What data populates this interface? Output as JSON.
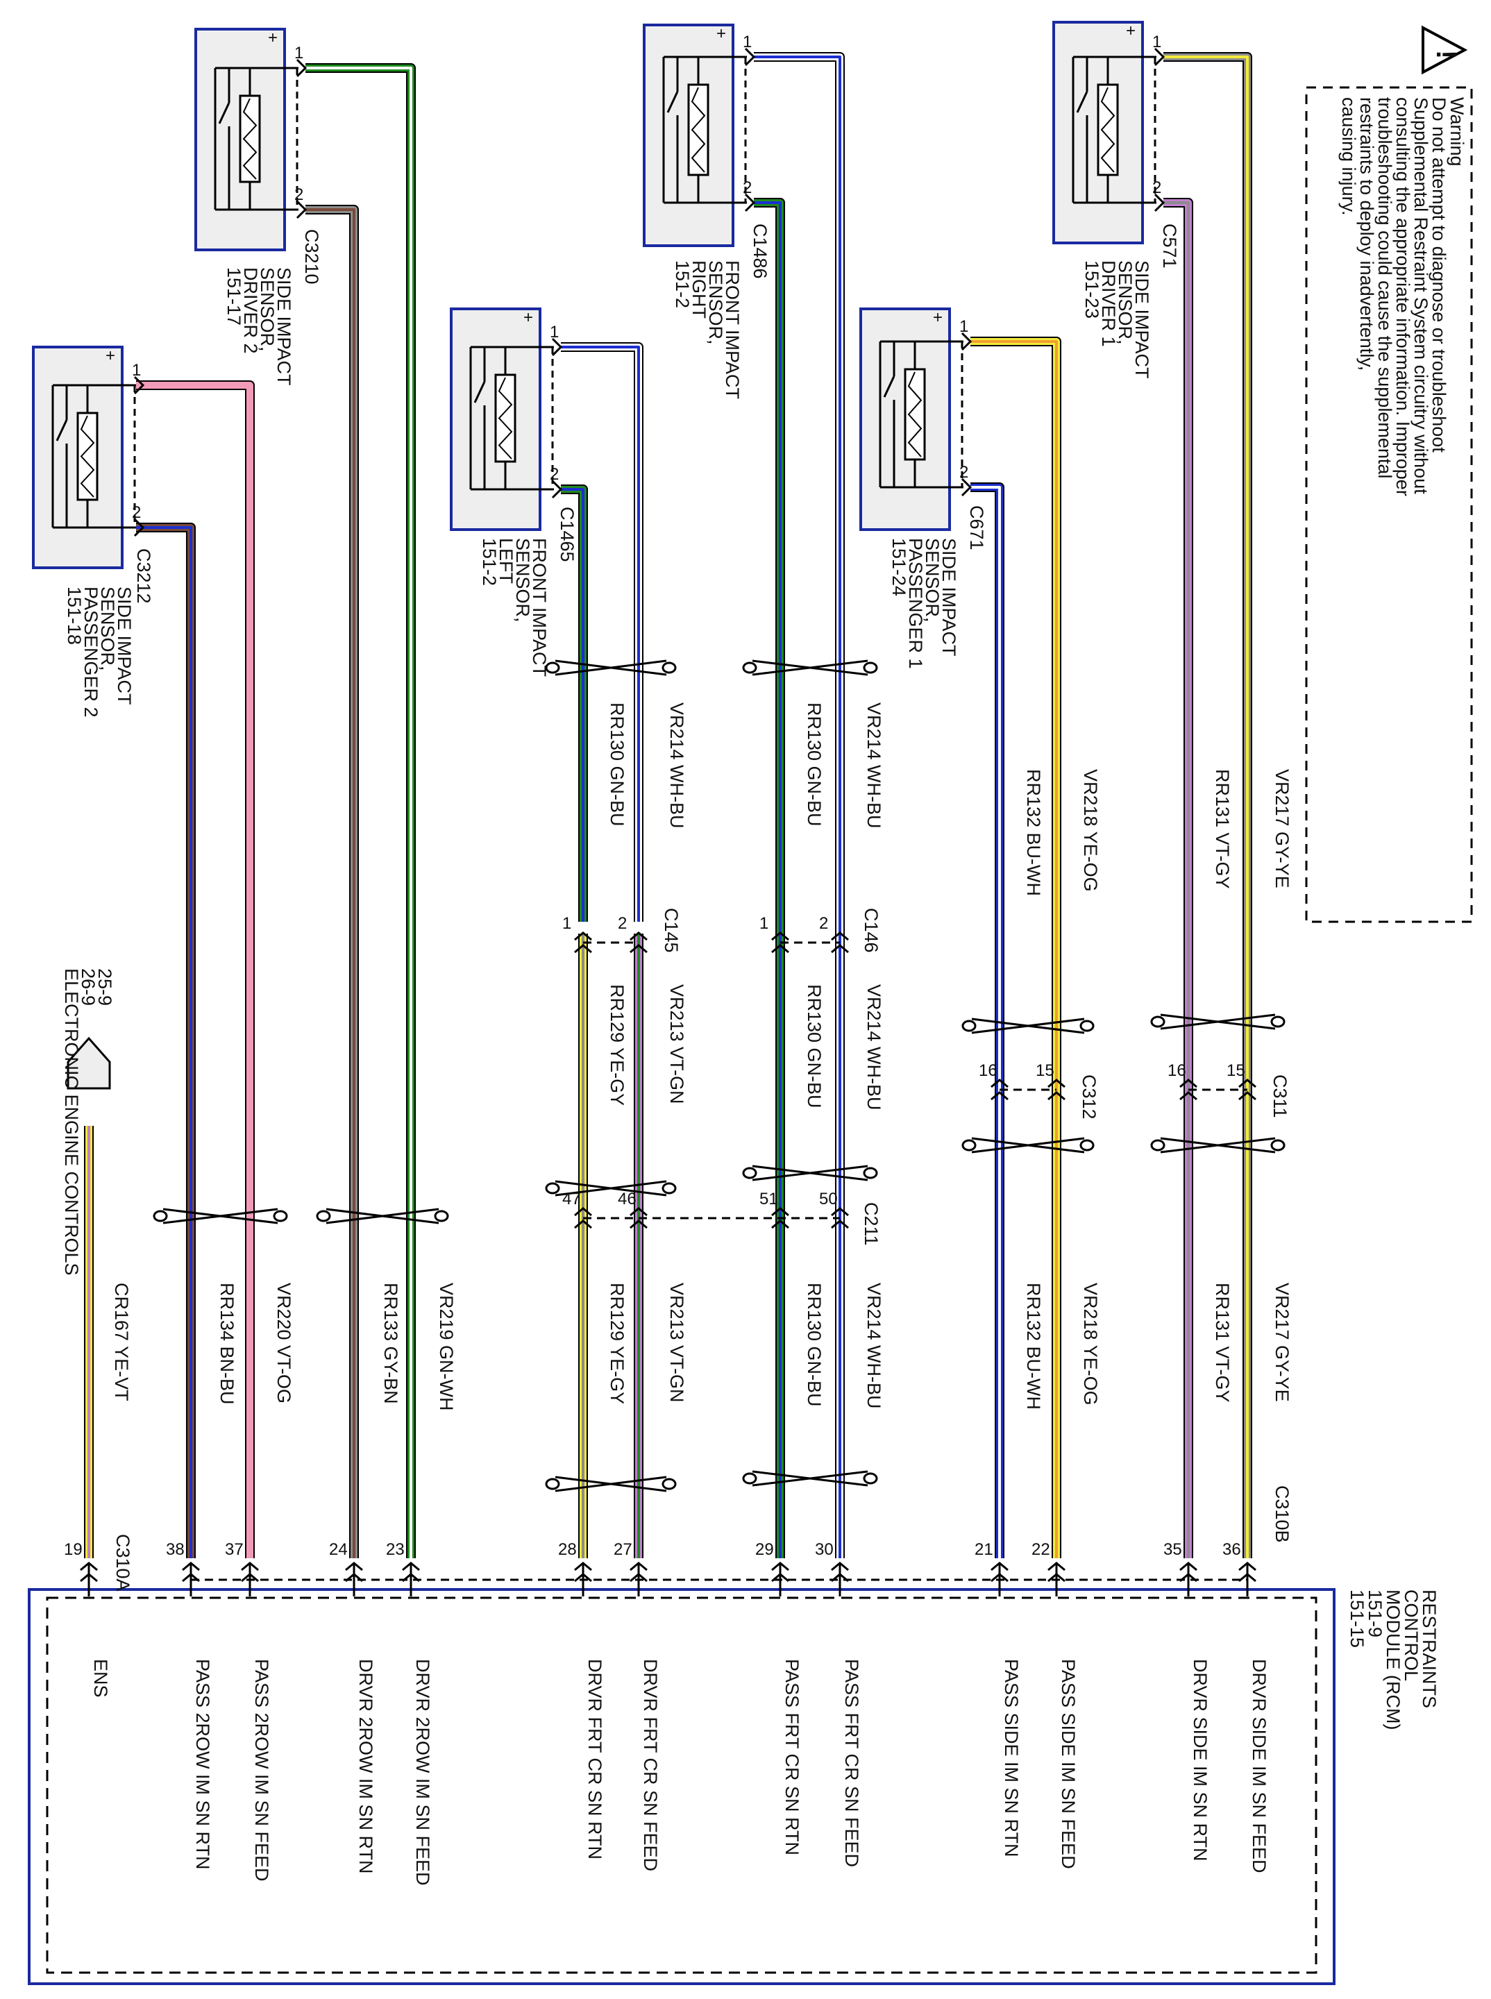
{
  "warning": {
    "lines": [
      "Warning",
      "Do not attempt to diagnose or troubleshoot",
      "Supplemental Restraint System circuitry without",
      "consulting the appropriate information. Improper",
      "troubleshooting could cause the supplemental",
      "restraints to deploy inadvertently,",
      "causing injury."
    ],
    "icon_symbol": "!"
  },
  "colors": {
    "box_border": "#1a2aa0",
    "box_fill": "#eeeeee",
    "GN": "#1f8a1f",
    "WH": "#ffffff",
    "GY": "#8c8c8c",
    "BN": "#7a4a3a",
    "BU": "#1c2fd0",
    "YE": "#f4ea3a",
    "OG": "#f0a030",
    "VT": "#c27fd0",
    "PK": "#f29bb8",
    "line": "#000000"
  },
  "sensors": [
    {
      "id": "sdp2",
      "name_lines": [
        "SIDE IMPACT",
        "SENSOR,",
        "PASSENGER 2",
        "151-18"
      ],
      "connector": "C3212",
      "pin1": "1",
      "pin2": "2"
    },
    {
      "id": "sdd2",
      "name_lines": [
        "SIDE IMPACT",
        "SENSOR,",
        "DRIVER 2",
        "151-17"
      ],
      "connector": "C3210",
      "pin1": "1",
      "pin2": "2"
    },
    {
      "id": "fl",
      "name_lines": [
        "FRONT IMPACT",
        "SENSOR,",
        "LEFT",
        "151-2"
      ],
      "connector": "C1465",
      "pin1": "1",
      "pin2": "2"
    },
    {
      "id": "fr",
      "name_lines": [
        "FRONT IMPACT",
        "SENSOR,",
        "RIGHT",
        "151-2"
      ],
      "connector": "C1486",
      "pin1": "1",
      "pin2": "2"
    },
    {
      "id": "sdp1",
      "name_lines": [
        "SIDE IMPACT",
        "SENSOR,",
        "PASSENGER 1",
        "151-24"
      ],
      "connector": "C671",
      "pin1": "1",
      "pin2": "2"
    },
    {
      "id": "sdd1",
      "name_lines": [
        "SIDE IMPACT",
        "SENSOR,",
        "DRIVER 1",
        "151-23"
      ],
      "connector": "C571",
      "pin1": "1",
      "pin2": "2"
    }
  ],
  "inline_connectors": [
    {
      "id": "c145",
      "label": "C145",
      "pins": [
        "1",
        "2"
      ]
    },
    {
      "id": "c146",
      "label": "C146",
      "pins": [
        "1",
        "2"
      ]
    },
    {
      "id": "c312",
      "label": "C312",
      "pins": [
        "16",
        "15"
      ]
    },
    {
      "id": "c311",
      "label": "C311",
      "pins": [
        "16",
        "15"
      ]
    },
    {
      "id": "c211",
      "label": "C211",
      "pins": [
        "47",
        "46",
        "51",
        "50"
      ]
    }
  ],
  "circuits": [
    {
      "circuit": "CR167",
      "color": "YE-VT"
    },
    {
      "circuit": "RR134",
      "color": "BN-BU"
    },
    {
      "circuit": "VR220",
      "color": "VT-OG"
    },
    {
      "circuit": "RR133",
      "color": "GY-BN"
    },
    {
      "circuit": "VR219",
      "color": "GN-WH"
    },
    {
      "circuit": "RR130",
      "color": "GN-BU"
    },
    {
      "circuit": "VR214",
      "color": "WH-BU"
    },
    {
      "circuit": "RR129",
      "color": "YE-GY"
    },
    {
      "circuit": "VR213",
      "color": "VT-GN"
    },
    {
      "circuit": "RR130",
      "color": "GN-BU"
    },
    {
      "circuit": "VR214",
      "color": "WH-BU"
    },
    {
      "circuit": "RR132",
      "color": "BU-WH"
    },
    {
      "circuit": "VR218",
      "color": "YE-OG"
    },
    {
      "circuit": "RR131",
      "color": "VT-GY"
    },
    {
      "circuit": "VR217",
      "color": "GY-YE"
    }
  ],
  "engine_controls": {
    "lines": [
      "25-9",
      "26-9",
      "ELECTRONIC ENGINE CONTROLS"
    ]
  },
  "rcm": {
    "title_lines": [
      "RESTRAINTS",
      "CONTROL",
      "MODULE (RCM)",
      "151-9",
      "151-15"
    ],
    "connector_a": "C310A",
    "connector_b": "C310B",
    "pins": [
      {
        "pin": "19",
        "label": "ENS"
      },
      {
        "pin": "38",
        "label": "PASS 2ROW IM SN RTN"
      },
      {
        "pin": "37",
        "label": "PASS 2ROW IM SN FEED"
      },
      {
        "pin": "24",
        "label": "DRVR 2ROW IM SN RTN"
      },
      {
        "pin": "23",
        "label": "DRVR 2ROW IM SN FEED"
      },
      {
        "pin": "28",
        "label": "DRVR FRT CR SN RTN"
      },
      {
        "pin": "27",
        "label": "DRVR FRT CR SN FEED"
      },
      {
        "pin": "29",
        "label": "PASS FRT CR SN RTN"
      },
      {
        "pin": "30",
        "label": "PASS FRT CR SN FEED"
      },
      {
        "pin": "21",
        "label": "PASS SIDE IM SN RTN"
      },
      {
        "pin": "22",
        "label": "PASS SIDE IM SN FEED"
      },
      {
        "pin": "35",
        "label": "DRVR SIDE IM SN RTN"
      },
      {
        "pin": "36",
        "label": "DRVR SIDE IM SN FEED"
      }
    ]
  }
}
